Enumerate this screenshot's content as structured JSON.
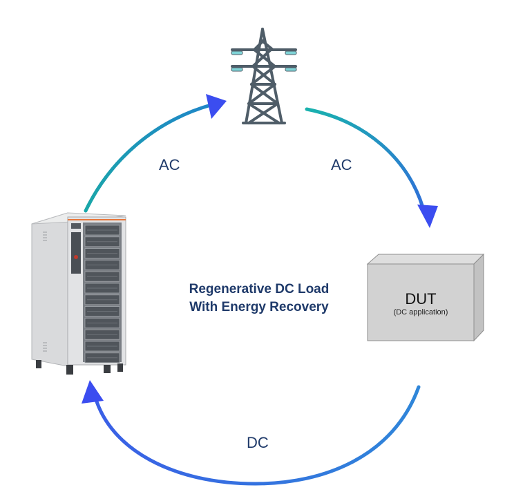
{
  "flows": {
    "ac_left": "AC",
    "ac_right": "AC",
    "dc": "DC"
  },
  "center": {
    "line1": "Regenerative DC Load",
    "line2": "With Energy Recovery"
  },
  "dut": {
    "title": "DUT",
    "subtitle": "(DC application)"
  },
  "icons": {
    "grid": "power-transmission-tower-icon",
    "load": "regenerative-dc-load-cabinet",
    "device": "dut-box"
  },
  "colors": {
    "teal": "#1aaeb0",
    "blue": "#3a63e0",
    "arrow_head": "#3b4df0",
    "text": "#1f3a6a"
  }
}
